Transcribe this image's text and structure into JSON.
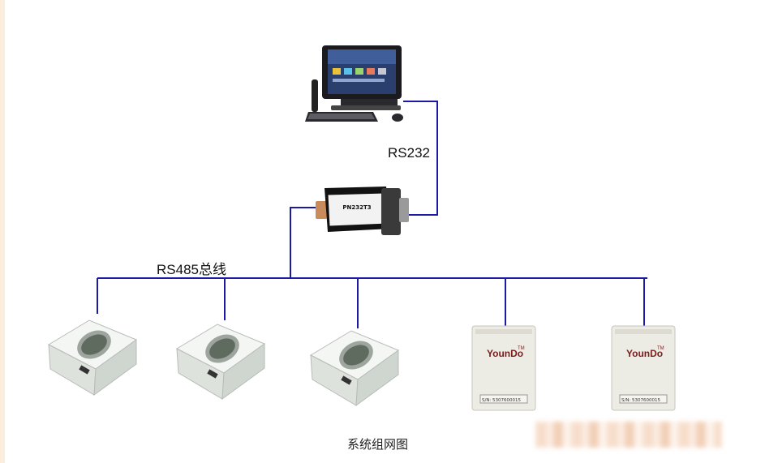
{
  "labels": {
    "rs232": "RS232",
    "rs485": "RS485总线",
    "caption": "系统组网图"
  },
  "converter": {
    "top_text": "",
    "model": "PN232T3"
  },
  "sensors": {
    "youndo_brand": "YounDo",
    "youndo_tm": "TM",
    "youndo_serial": "S/N: 5307600015"
  },
  "colors": {
    "bus_line": "#1a1aa6",
    "device_body": "#e6eae6",
    "lcd": "#5f6b5f"
  }
}
